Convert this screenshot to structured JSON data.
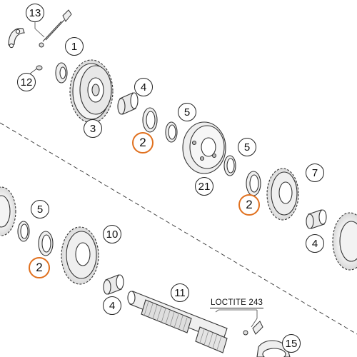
{
  "callouts": [
    {
      "id": "13",
      "text": "13",
      "highlight": false
    },
    {
      "id": "1",
      "text": "1",
      "highlight": false
    },
    {
      "id": "12",
      "text": "12",
      "highlight": false
    },
    {
      "id": "3",
      "text": "3",
      "highlight": false
    },
    {
      "id": "4a",
      "text": "4",
      "highlight": false
    },
    {
      "id": "2a",
      "text": "2",
      "highlight": true
    },
    {
      "id": "5a",
      "text": "5",
      "highlight": false
    },
    {
      "id": "21",
      "text": "21",
      "highlight": false
    },
    {
      "id": "5b",
      "text": "5",
      "highlight": false
    },
    {
      "id": "7",
      "text": "7",
      "highlight": false
    },
    {
      "id": "2b",
      "text": "2",
      "highlight": true
    },
    {
      "id": "4b",
      "text": "4",
      "highlight": false
    },
    {
      "id": "5c",
      "text": "5",
      "highlight": false
    },
    {
      "id": "10",
      "text": "10",
      "highlight": false
    },
    {
      "id": "2c",
      "text": "2",
      "highlight": true
    },
    {
      "id": "11",
      "text": "11",
      "highlight": false
    },
    {
      "id": "4c",
      "text": "4",
      "highlight": false
    },
    {
      "id": "15",
      "text": "15",
      "highlight": false
    }
  ],
  "note": {
    "text": "LOCTITE 243"
  },
  "colors": {
    "highlight": "#e0701e",
    "line": "#222222",
    "part_fill": "#ececec"
  }
}
